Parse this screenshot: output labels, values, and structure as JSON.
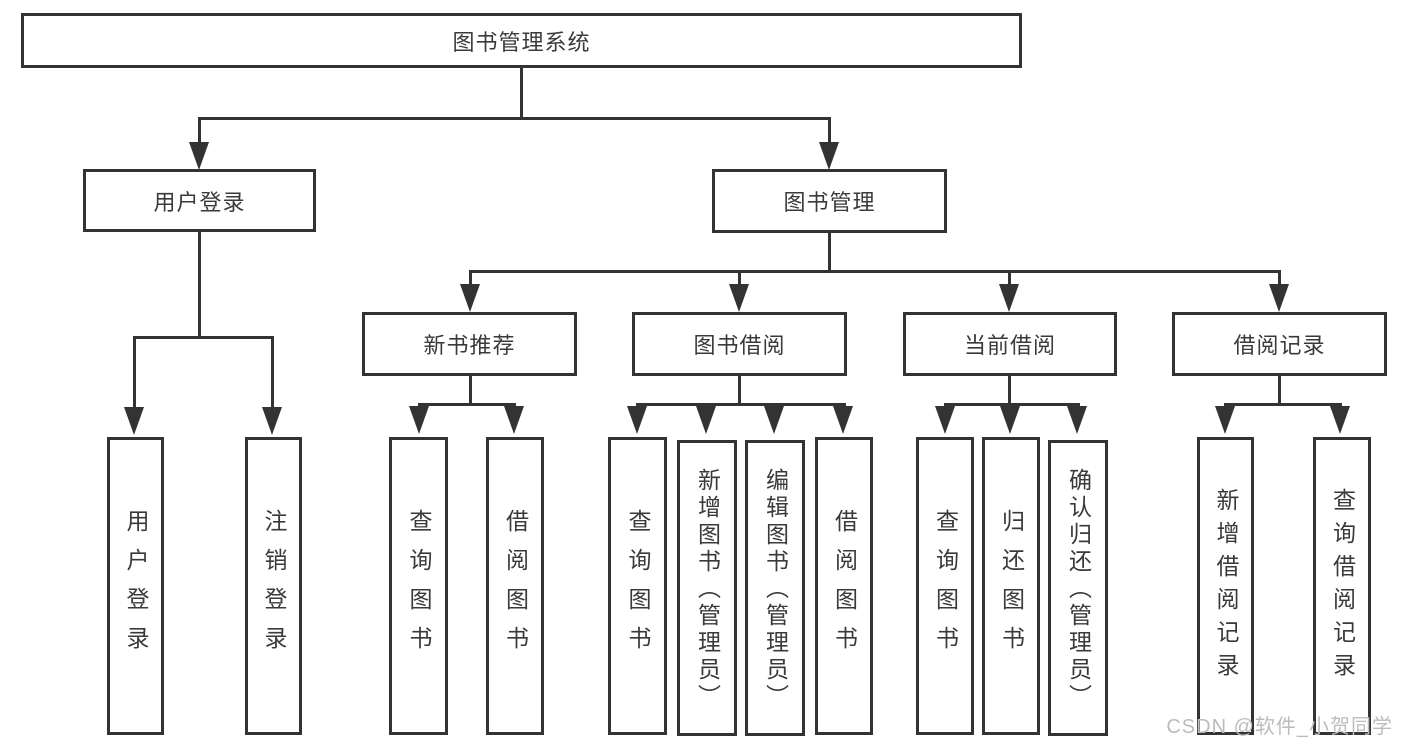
{
  "tree": {
    "root": {
      "label": "图书管理系统"
    },
    "branches": [
      {
        "label": "用户登录",
        "children": [
          "用户登录",
          "注销登录"
        ]
      },
      {
        "label": "图书管理",
        "children": [
          {
            "label": "新书推荐",
            "children": [
              "查询图书",
              "借阅图书"
            ]
          },
          {
            "label": "图书借阅",
            "children": [
              "查询图书",
              "新增图书（管理员）",
              "编辑图书（管理员）",
              "借阅图书"
            ]
          },
          {
            "label": "当前借阅",
            "children": [
              "查询图书",
              "归还图书",
              "确认归还（管理员）"
            ]
          },
          {
            "label": "借阅记录",
            "children": [
              "新增借阅记录",
              "查询借阅记录"
            ]
          }
        ]
      }
    ]
  },
  "watermark": "CSDN @软件_小贺同学",
  "colors": {
    "line": "#333333",
    "text": "#3a3a3a",
    "background": "#ffffff",
    "watermark": "#bcbcbc"
  }
}
